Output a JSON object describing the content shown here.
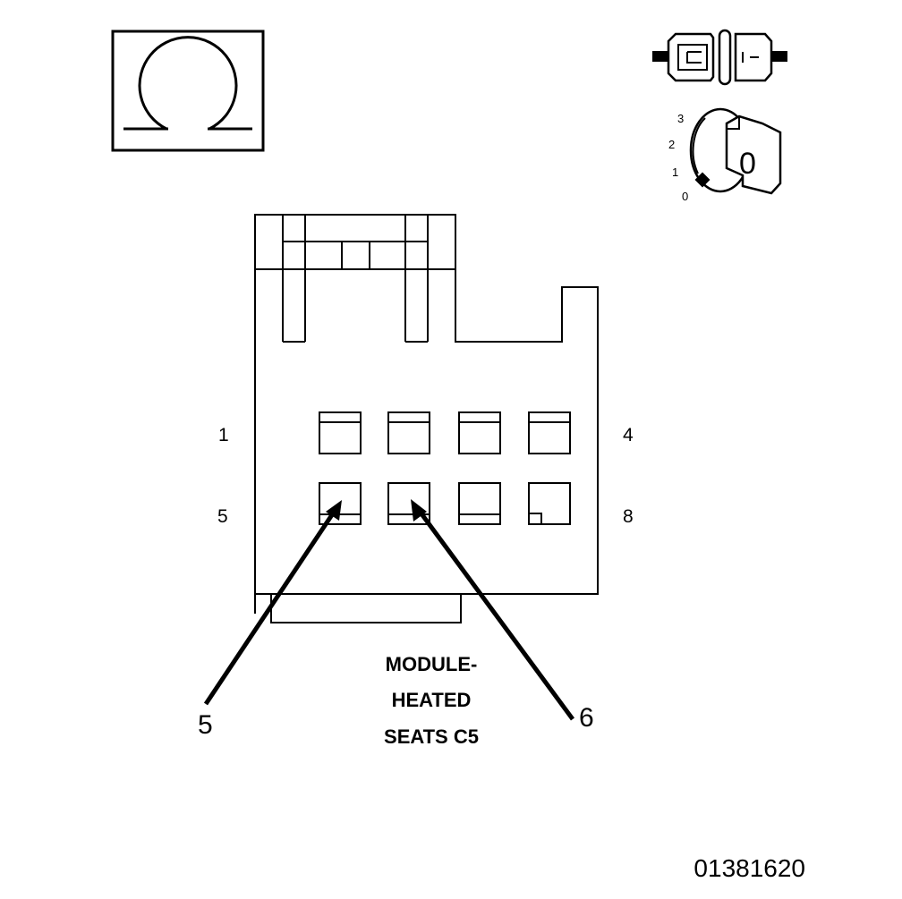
{
  "meter_symbol": {
    "icon": "ohm-icon",
    "glyph": "Ω"
  },
  "disconnect_symbol": {
    "icon": "connector-disconnected-icon"
  },
  "ignition_switch": {
    "icon": "ignition-switch-icon",
    "positions": [
      "3",
      "2",
      "1",
      "0"
    ],
    "key_position": "0"
  },
  "connector": {
    "pin_labels": {
      "top_left": "1",
      "top_right": "4",
      "bottom_left": "5",
      "bottom_right": "8"
    },
    "callouts": [
      {
        "pin": "5",
        "label": "5"
      },
      {
        "pin": "6",
        "label": "6"
      }
    ],
    "caption": [
      "MODULE-",
      "HEATED",
      "SEATS C5"
    ]
  },
  "figure_id": "01381620",
  "colors": {
    "line": "#000000",
    "background": "#ffffff"
  }
}
